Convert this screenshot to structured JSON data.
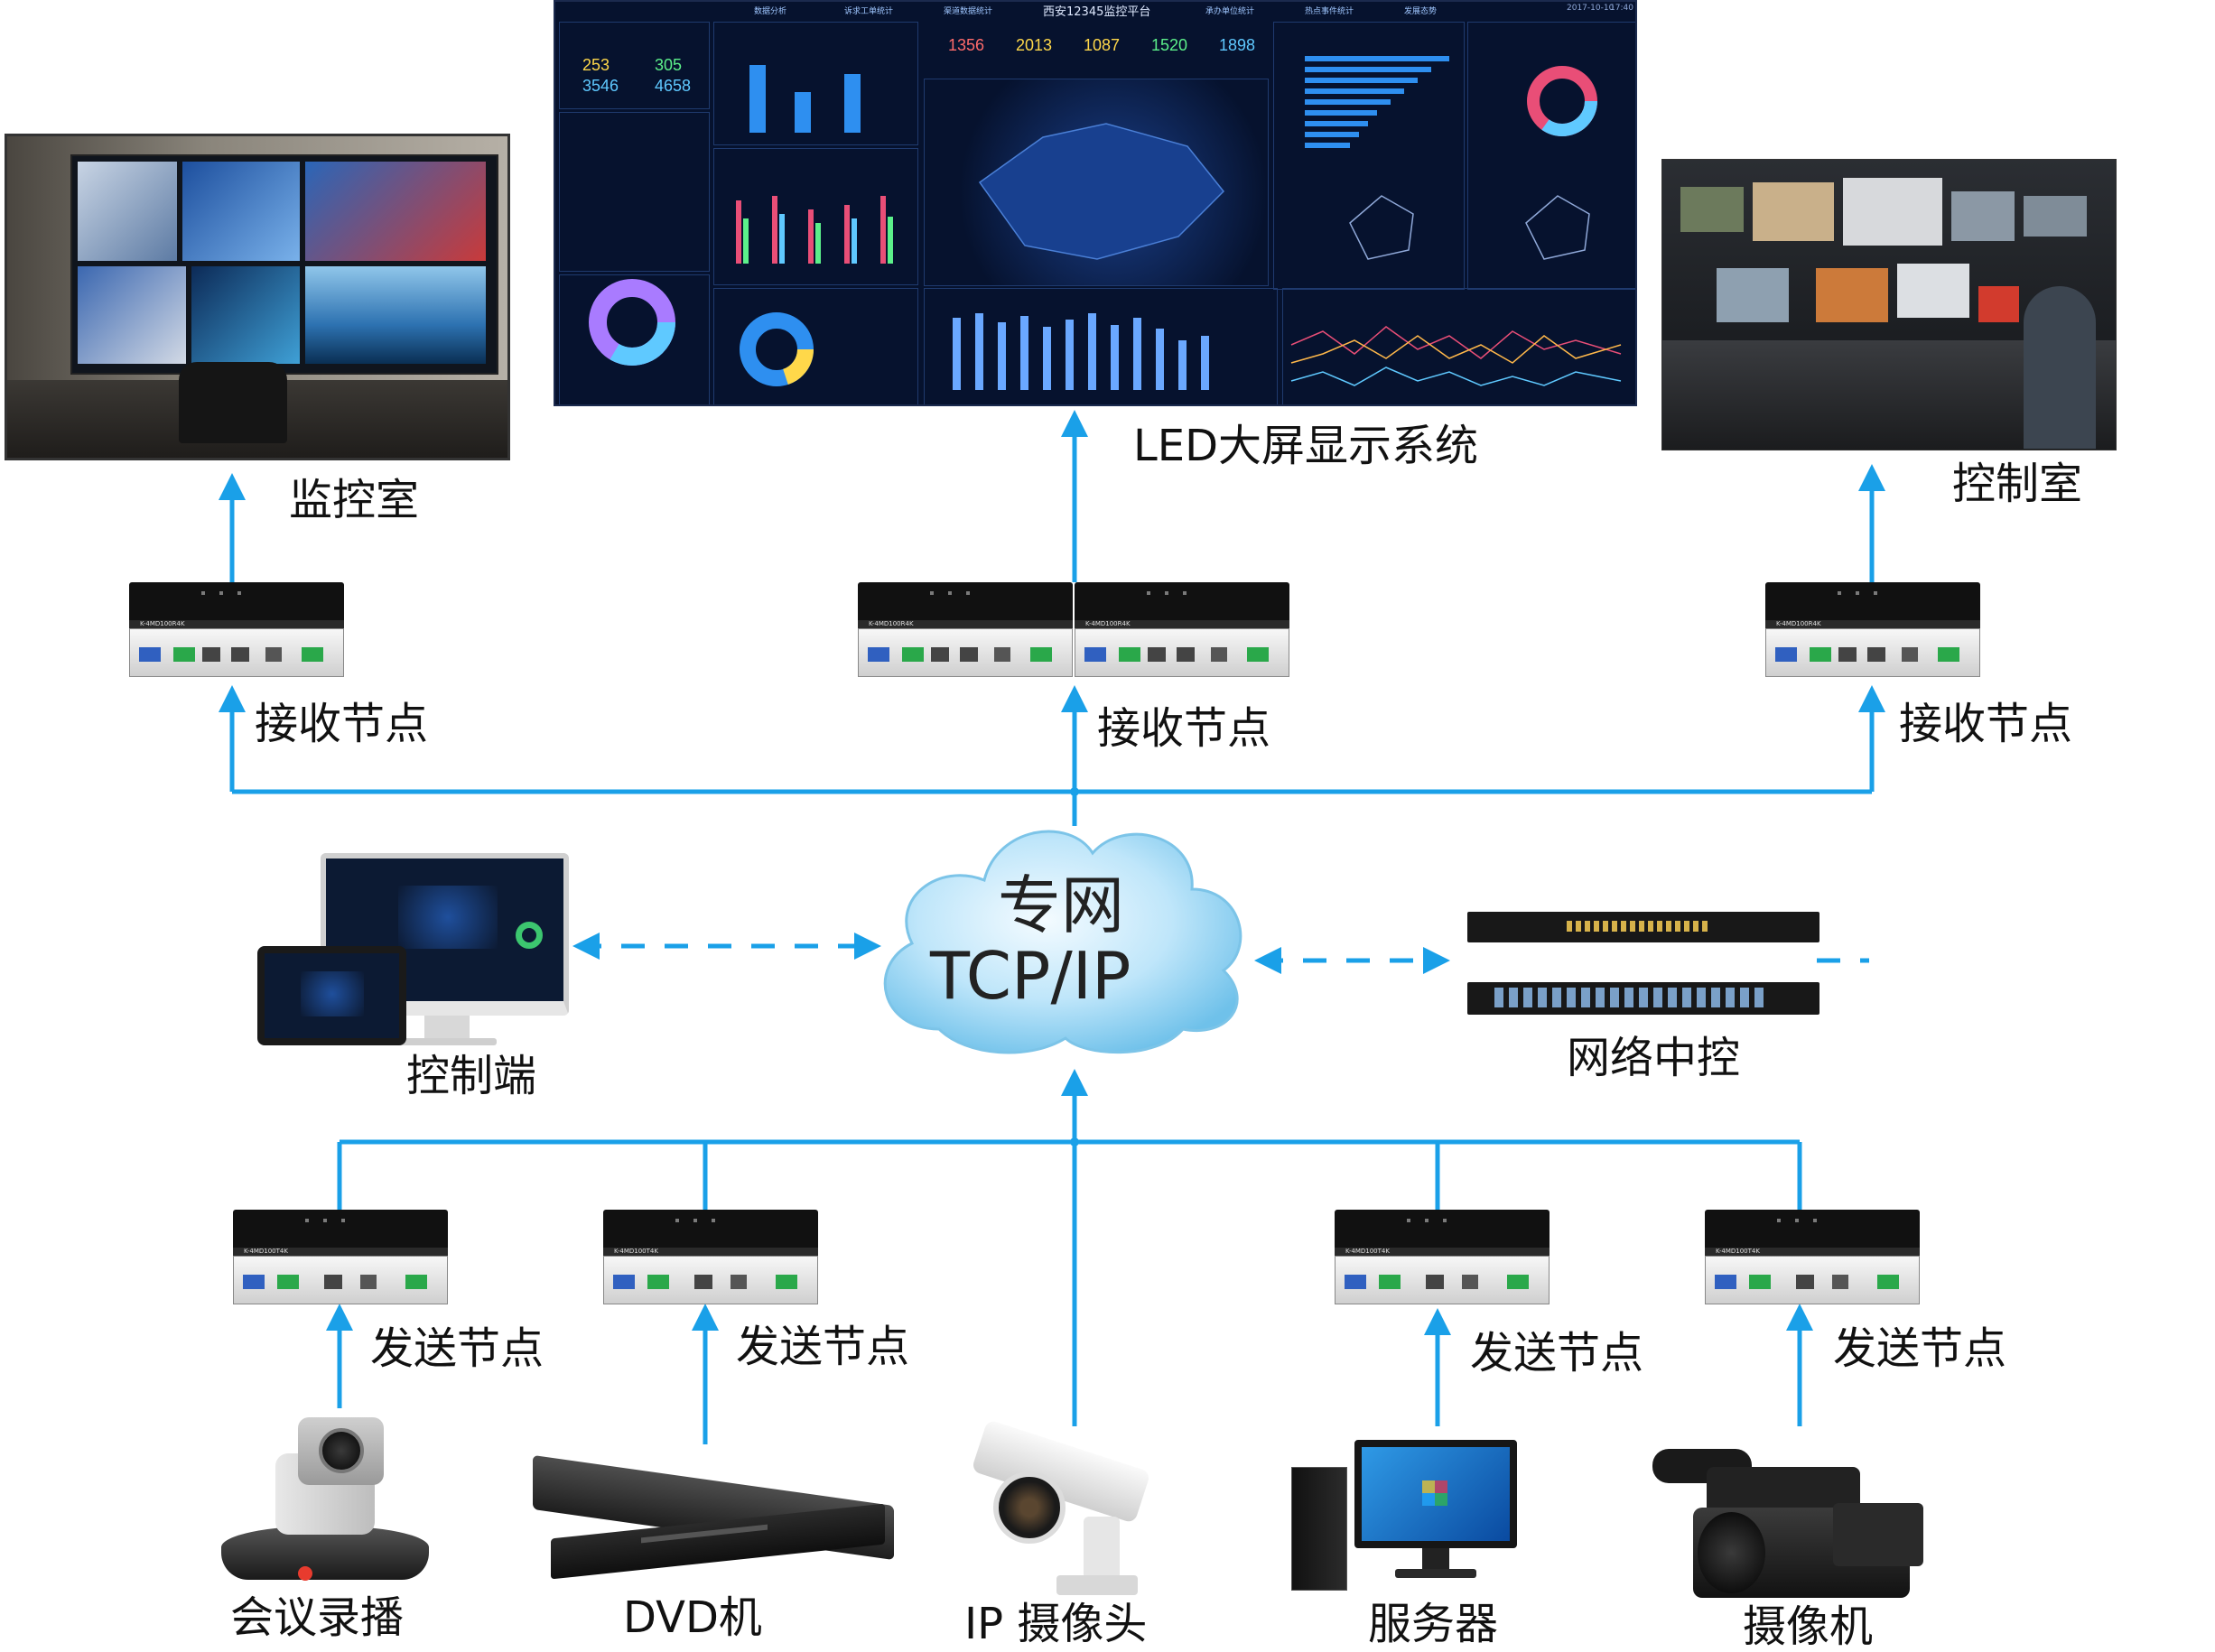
{
  "colors": {
    "connector": "#1aa0e8",
    "cloud": "#9fd6f2",
    "device_dark": "#1a1a1a"
  },
  "cloud": {
    "line1": "专网",
    "line2": "TCP/IP"
  },
  "outputs": [
    {
      "caption": "监控室"
    },
    {
      "caption": "LED大屏显示系统"
    },
    {
      "caption": "控制室"
    }
  ],
  "receive_label": "接收节点",
  "send_label": "发送节点",
  "control_terminal": {
    "caption": "控制端"
  },
  "network_control": {
    "caption": "网络中控"
  },
  "sources": [
    {
      "caption": "会议录播",
      "icon": "ptz-camera-icon"
    },
    {
      "caption": "DVD机",
      "icon": "dvd-player-icon"
    },
    {
      "caption": "IP 摄像头",
      "icon": "ip-camera-icon"
    },
    {
      "caption": "服务器",
      "icon": "server-pc-icon"
    },
    {
      "caption": "摄像机",
      "icon": "camcorder-icon"
    }
  ],
  "devices": {
    "receiver_model": "K-4MD100R4K",
    "transmitter_model": "K-4MD100T4K"
  },
  "led_screen": {
    "title": "西安12345监控平台",
    "date": "2017-10-10",
    "time": "17:40",
    "tabs": [
      "数据分析",
      "诉求工单统计",
      "渠道数据统计",
      "承办单位统计",
      "热点事件统计",
      "发展态势"
    ],
    "kpi_values": [
      "1356",
      "2013",
      "1087",
      "1520",
      "1898"
    ],
    "left_values": [
      "253",
      "305",
      "3546",
      "4658"
    ]
  }
}
